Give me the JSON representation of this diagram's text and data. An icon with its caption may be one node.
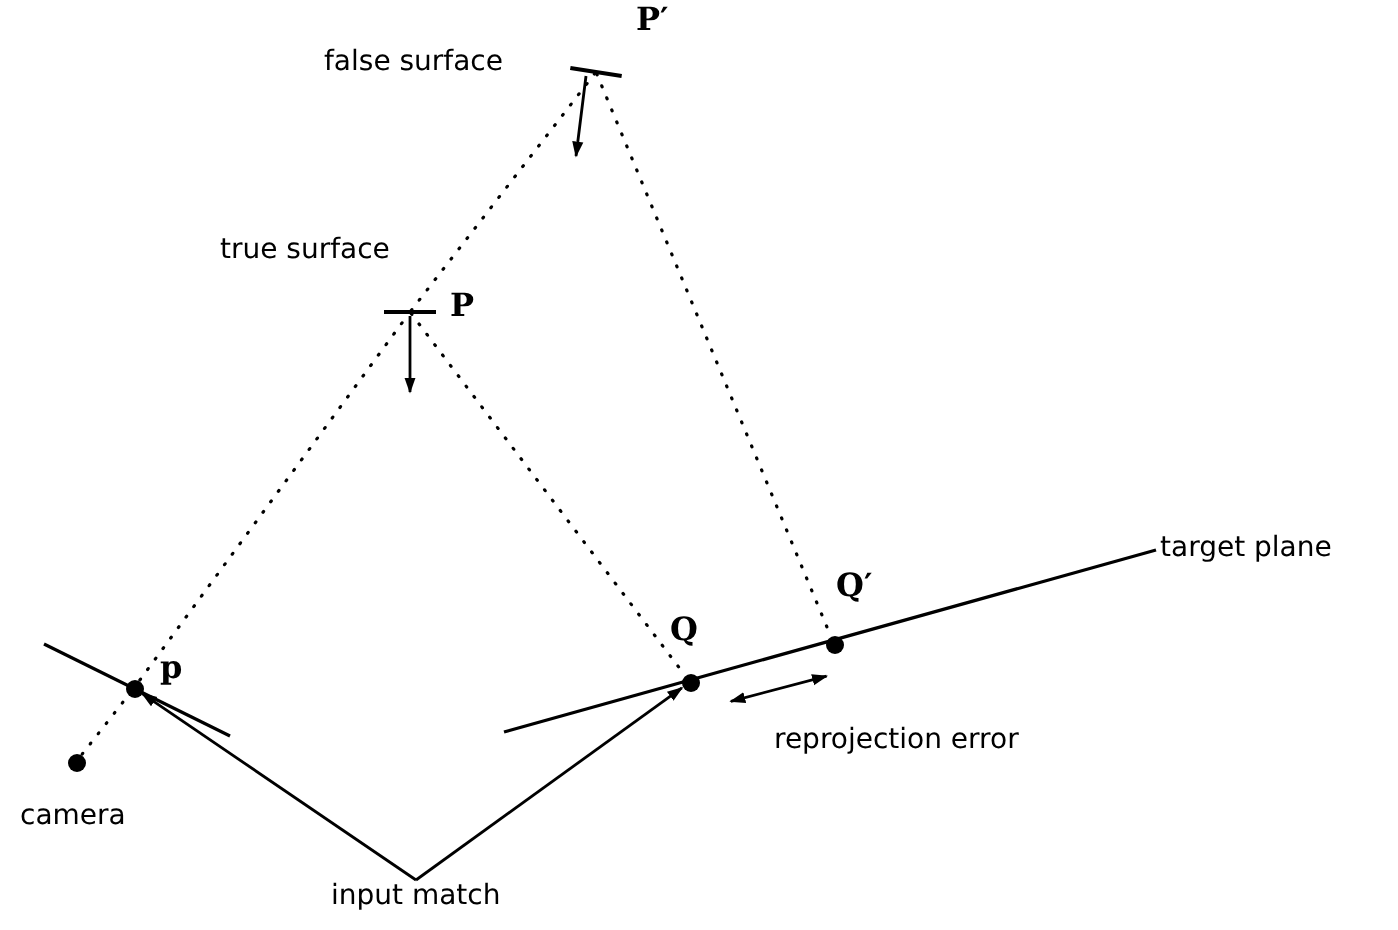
{
  "diagram": {
    "nodes": [
      {
        "text": [],
        "shape": "circle",
        "beside": [
          "camera"
        ]
      },
      {
        "text": [],
        "shape": "circle",
        "beside": [
          "p"
        ]
      },
      {
        "text": [],
        "shape": "bar",
        "beside": [
          "true surface",
          "P"
        ]
      },
      {
        "text": [],
        "shape": "bar",
        "beside": [
          "false surface",
          "P′"
        ]
      },
      {
        "text": [],
        "shape": "circle",
        "beside": [
          "Q"
        ]
      },
      {
        "text": [],
        "shape": "circle",
        "beside": [
          "Q′"
        ]
      },
      {
        "text": [
          "input match"
        ]
      }
    ],
    "edges": [
      {
        "from": 0,
        "to": 1,
        "arrow": "none",
        "style": "dashed"
      },
      {
        "from": 1,
        "to": 2,
        "arrow": "none",
        "style": "dashed"
      },
      {
        "from": 2,
        "to": 3,
        "arrow": "none",
        "style": "dashed"
      },
      {
        "from": 2,
        "to": 4,
        "arrow": "none",
        "style": "dashed"
      },
      {
        "from": 3,
        "to": 5,
        "arrow": "none",
        "style": "dashed"
      },
      {
        "from": 6,
        "to": 1,
        "arrow": "to"
      },
      {
        "from": 6,
        "to": 4,
        "arrow": "to"
      },
      {
        "from": 4,
        "to": 5,
        "arrow": "both",
        "label": "reprojection error"
      }
    ],
    "labels": [
      "target plane"
    ]
  }
}
